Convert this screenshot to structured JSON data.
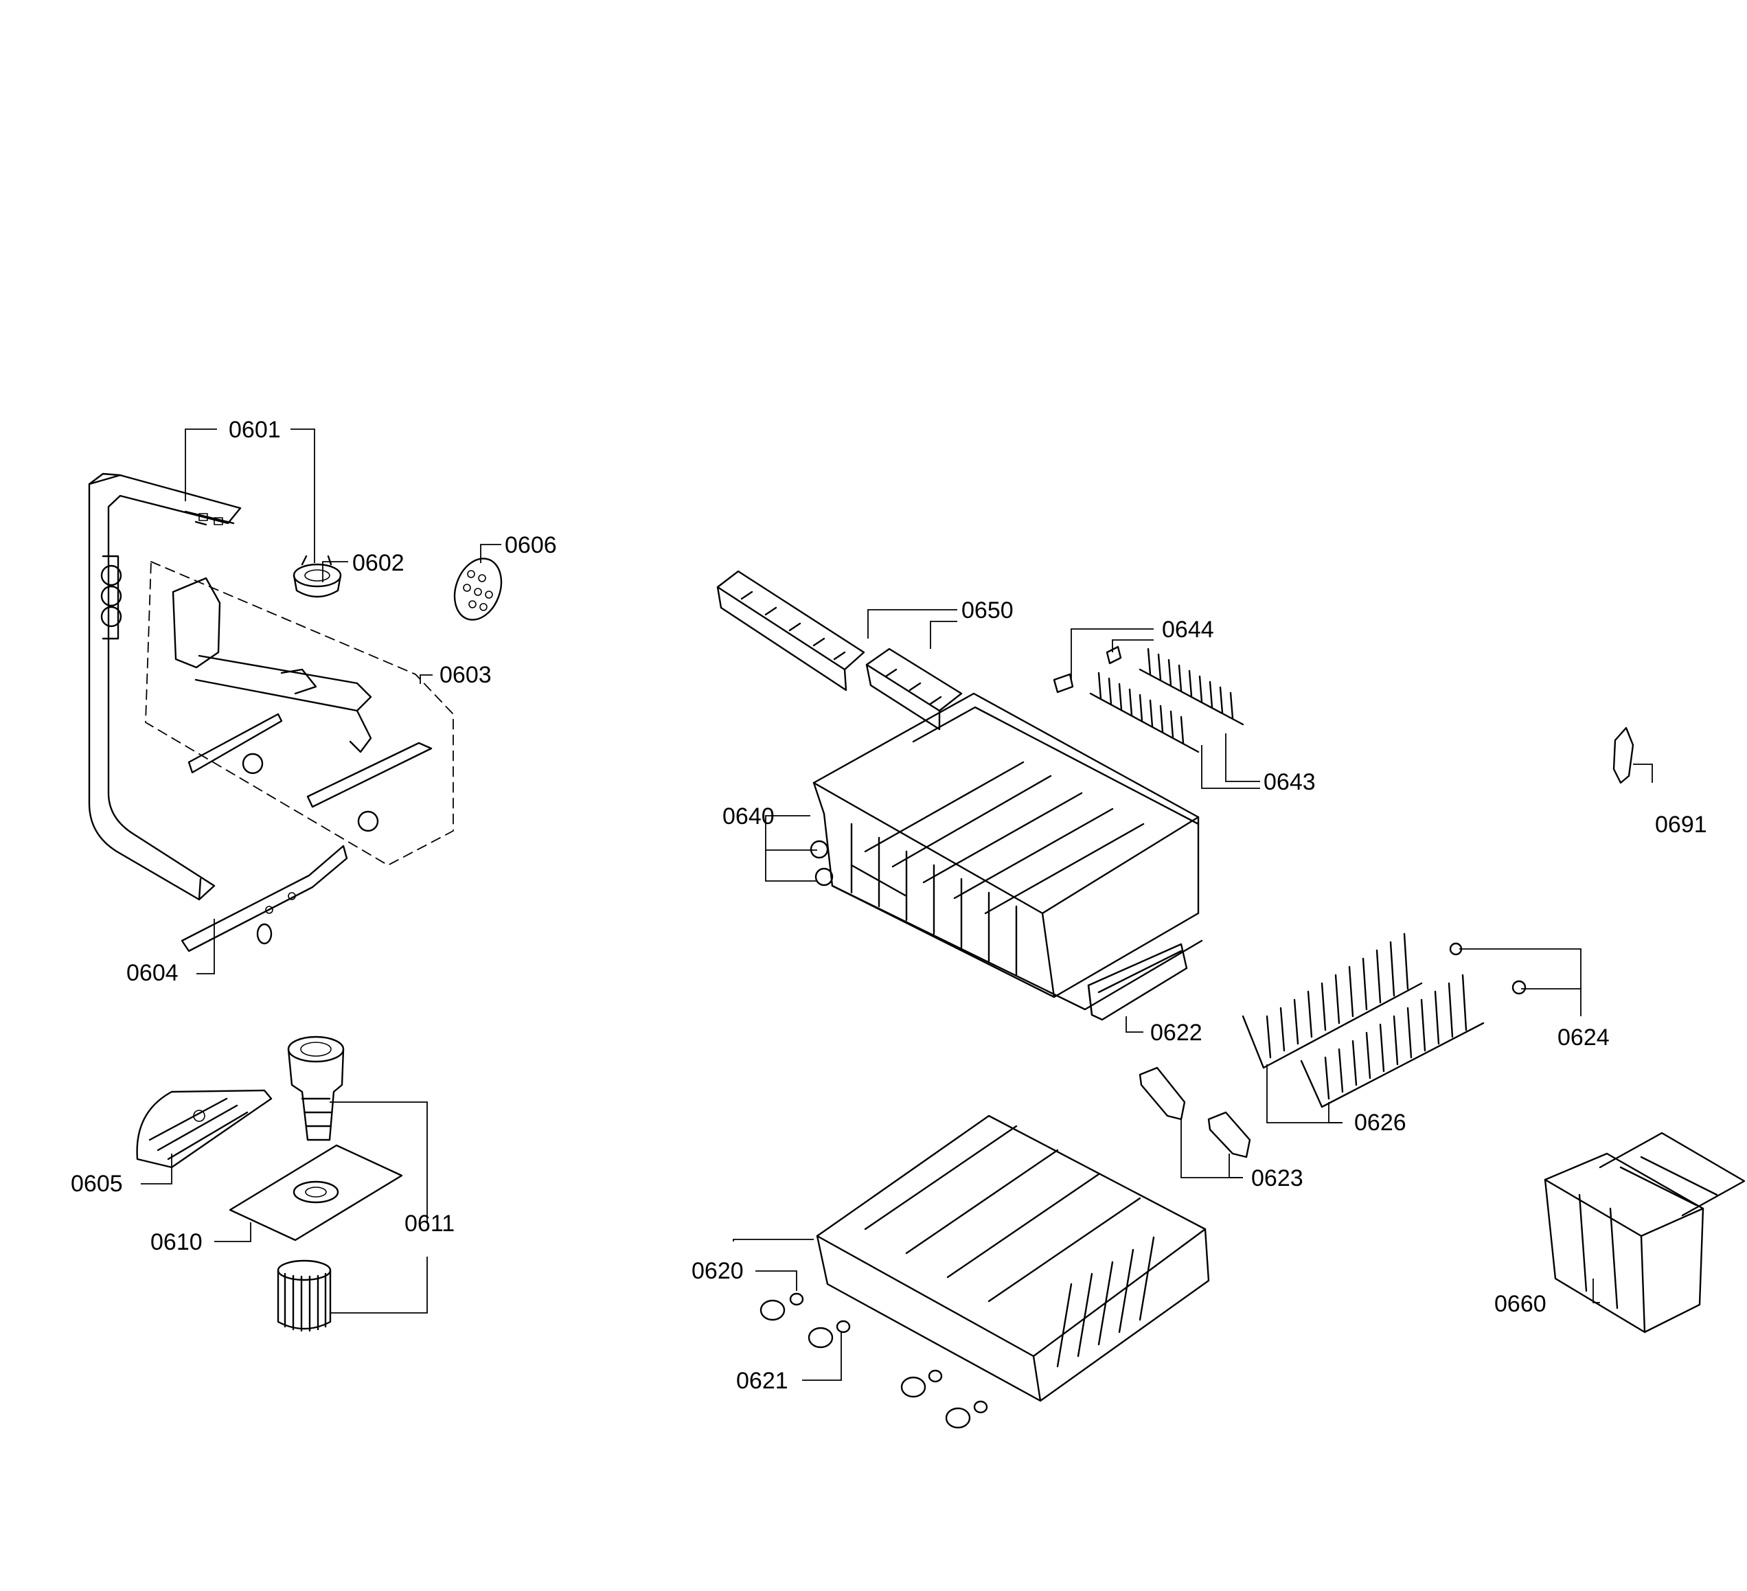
{
  "callouts": [
    {
      "id": "0601",
      "label": "0601"
    },
    {
      "id": "0602",
      "label": "0602"
    },
    {
      "id": "0603",
      "label": "0603"
    },
    {
      "id": "0604",
      "label": "0604"
    },
    {
      "id": "0605",
      "label": "0605"
    },
    {
      "id": "0606",
      "label": "0606"
    },
    {
      "id": "0610",
      "label": "0610"
    },
    {
      "id": "0611",
      "label": "0611"
    },
    {
      "id": "0620",
      "label": "0620"
    },
    {
      "id": "0621",
      "label": "0621"
    },
    {
      "id": "0622",
      "label": "0622"
    },
    {
      "id": "0623",
      "label": "0623"
    },
    {
      "id": "0624",
      "label": "0624"
    },
    {
      "id": "0626",
      "label": "0626"
    },
    {
      "id": "0640",
      "label": "0640"
    },
    {
      "id": "0643",
      "label": "0643"
    },
    {
      "id": "0644",
      "label": "0644"
    },
    {
      "id": "0650",
      "label": "0650"
    },
    {
      "id": "0660",
      "label": "0660"
    },
    {
      "id": "0691",
      "label": "0691"
    }
  ]
}
